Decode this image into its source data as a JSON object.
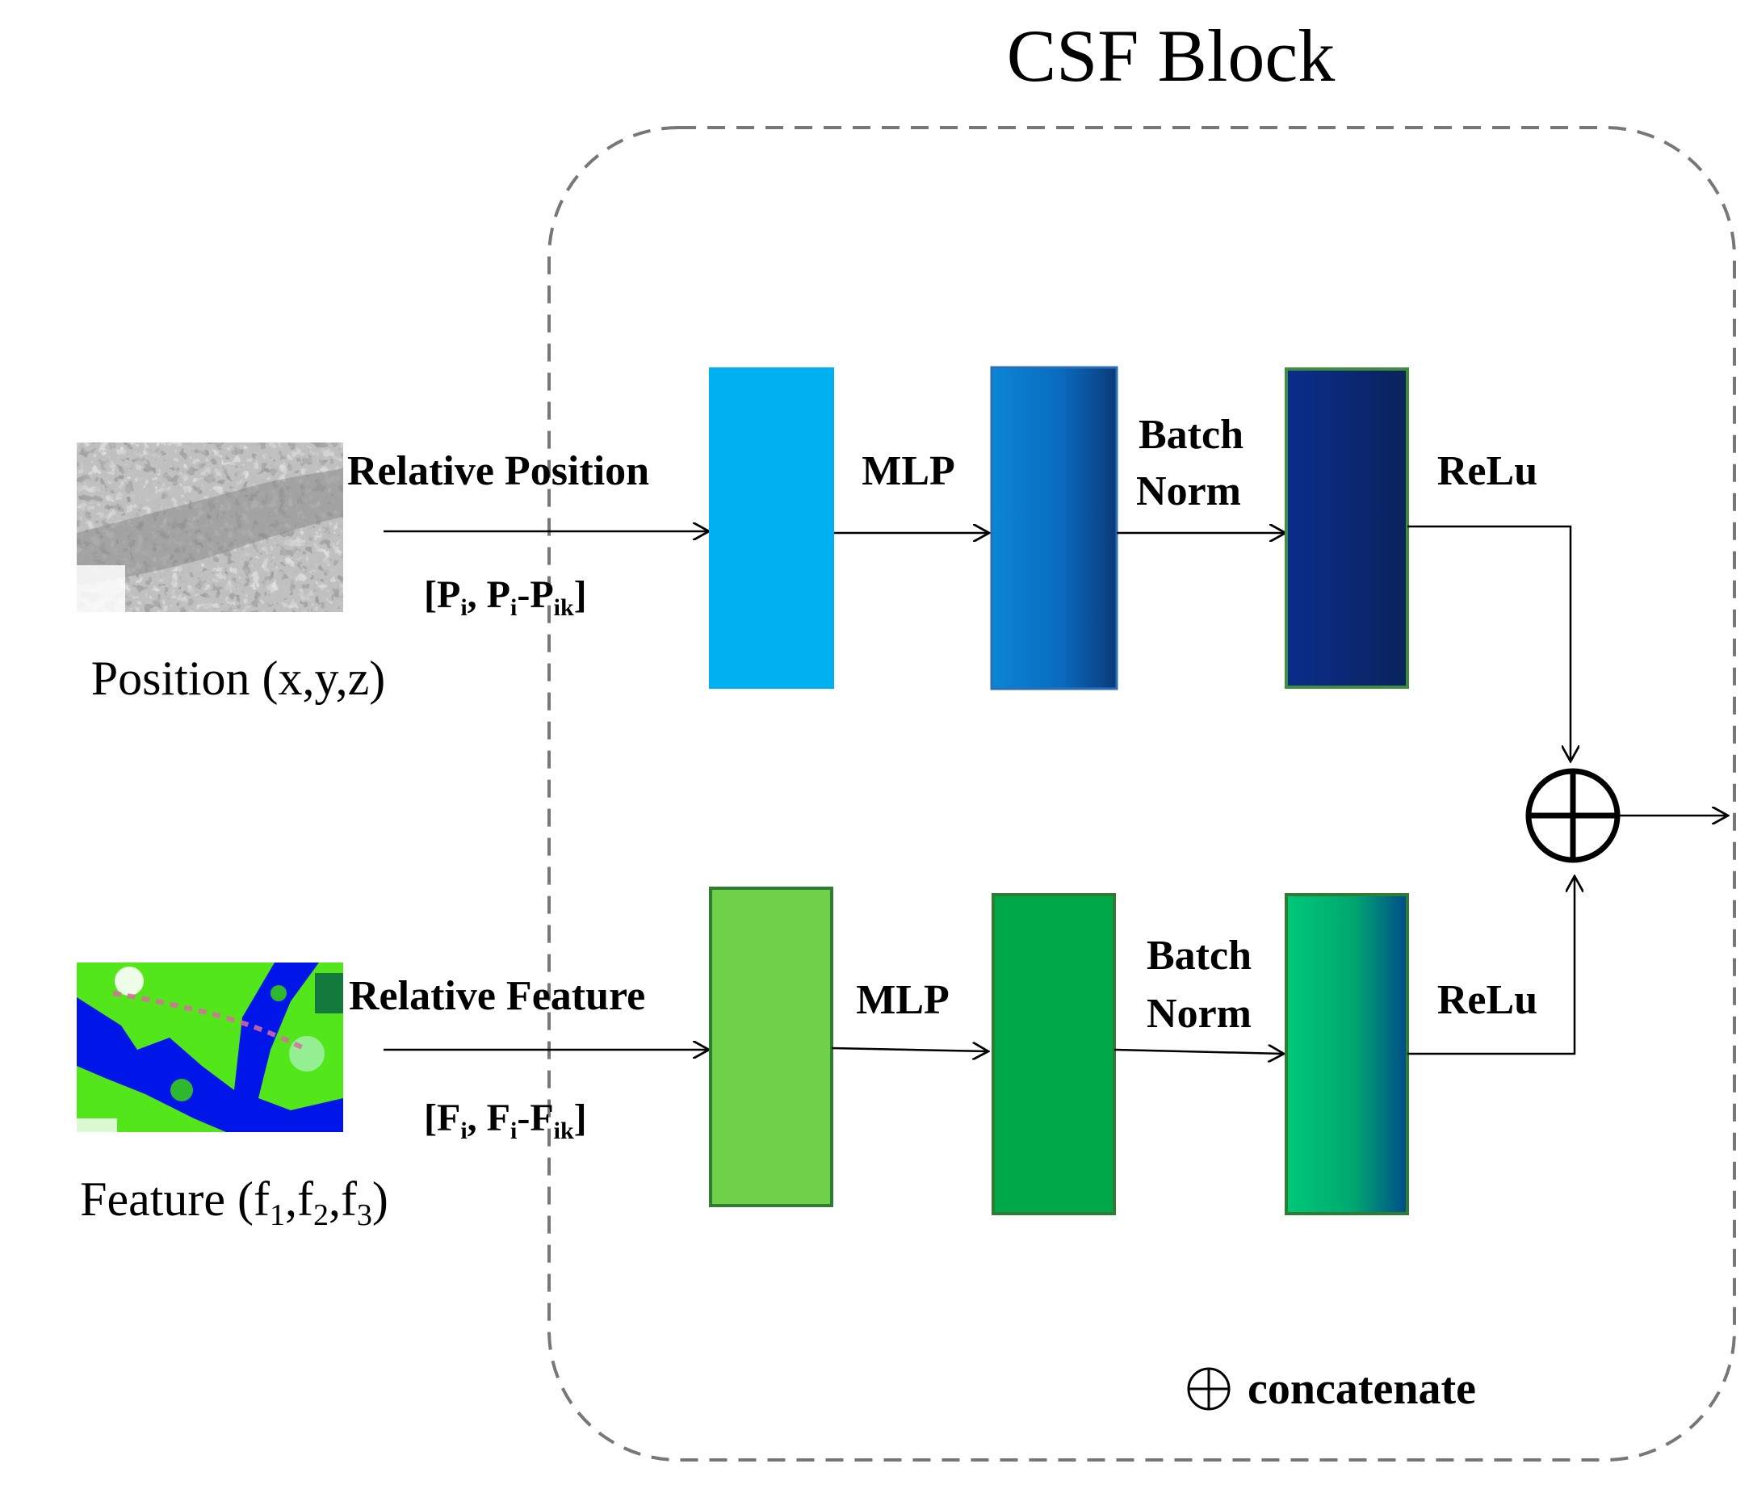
{
  "title": "CSF Block",
  "legend": {
    "symbol": "⊕",
    "label": "concatenate"
  },
  "rows": [
    {
      "id": "position",
      "input_caption": "Position (x,y,z)",
      "input_kind": "grayscale-point-cloud",
      "edge_label": "Relative Position",
      "formula_parts": [
        "[P",
        "i",
        ", P",
        "i",
        "-P",
        "ik",
        "]"
      ],
      "mlp_label": "MLP",
      "bn_label_1": "Batch",
      "bn_label_2": "Norm",
      "relu_label": "ReLu",
      "colors": {
        "block1": "#00B0F0",
        "block2_start": "#0077CC",
        "block2_end": "#0B3A7A",
        "block3_start": "#0A2D8C",
        "block3_end": "#0A235C",
        "block3_border": "#3E8E3E"
      }
    },
    {
      "id": "feature",
      "input_caption_parts": [
        "Feature (f",
        "1",
        ",f",
        "2",
        ",f",
        "3",
        ")"
      ],
      "input_kind": "colored-feature-map",
      "edge_label": "Relative Feature",
      "formula_parts": [
        "[F",
        "i",
        ", F",
        "i",
        "-F",
        "ik",
        "]"
      ],
      "mlp_label": "MLP",
      "bn_label_1": "Batch",
      "bn_label_2": "Norm",
      "relu_label": "ReLu",
      "colors": {
        "block1": "#6FD04A",
        "block2": "#00A84A",
        "block3_start": "#00C878",
        "block3_end": "#004C8A",
        "border": "#2E7D32"
      }
    }
  ],
  "operator": "⊕",
  "stroke_color": "#000000",
  "dash_color": "#777777"
}
